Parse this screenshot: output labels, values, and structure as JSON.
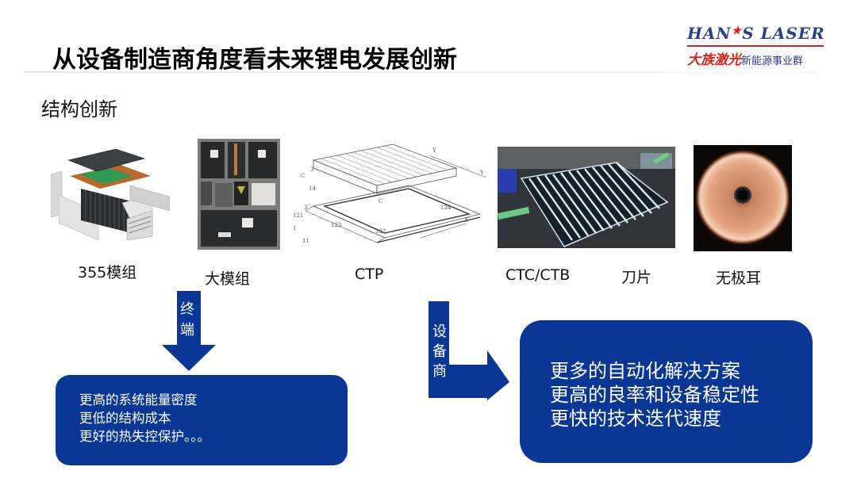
{
  "slide": {
    "title": "从设备制造商角度看未来锂电发展创新",
    "section_title": "结构创新"
  },
  "logo": {
    "en_left": "HAN",
    "en_star": "★",
    "en_right": "S LASER",
    "cn_main": "大族激光",
    "cn_sub": "新能源事业群",
    "colors": {
      "blue": "#2b3e8c",
      "red": "#d7261e"
    }
  },
  "figures": [
    {
      "label": "355模组",
      "icon": "battery-module-exploded-image"
    },
    {
      "label": "大模组",
      "icon": "large-battery-module-photo"
    },
    {
      "label": "CTP",
      "icon": "ctp-patent-drawing"
    },
    {
      "label": "CTC/CTB",
      "icon": "blade-battery-photo"
    },
    {
      "label": "刀片",
      "icon": "blade-label"
    },
    {
      "label": "无极耳",
      "icon": "tabless-cell-photo"
    }
  ],
  "terminal": {
    "arrow_label_1": "终",
    "arrow_label_2": "端",
    "points": [
      "更高的系统能量密度",
      "更低的结构成本",
      "更好的热失控保护。。。"
    ]
  },
  "equipment": {
    "arrow_label_1": "设",
    "arrow_label_2": "备",
    "arrow_label_3": "商",
    "points": [
      "更多的自动化解决方案",
      "更高的良率和设备稳定性",
      "更快的技术迭代速度"
    ]
  },
  "colors": {
    "accent_blue": "#0a3696"
  }
}
